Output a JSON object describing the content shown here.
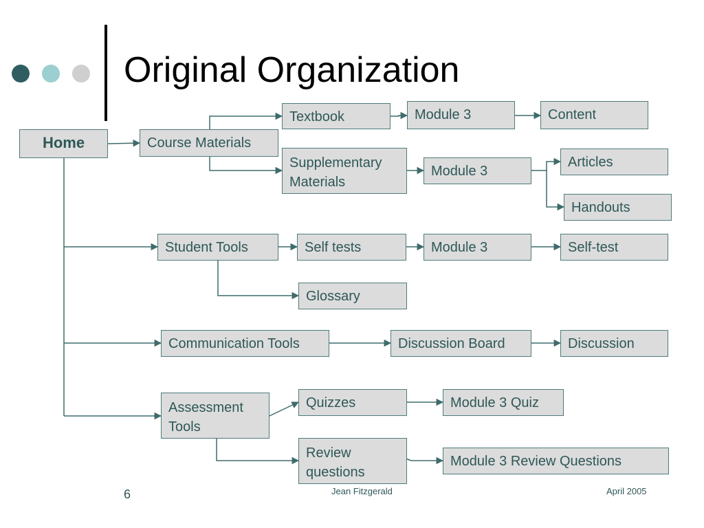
{
  "slide": {
    "title": "Original Organization",
    "footer": {
      "page": "6",
      "author": "Jean Fitzgerald",
      "date": "April 2005"
    },
    "bullet_colors": [
      "#2e5e61",
      "#9ccfd1",
      "#cfcfcf"
    ]
  },
  "nodes": {
    "home": "Home",
    "course_materials": "Course Materials",
    "textbook": "Textbook",
    "textbook_module3": "Module 3",
    "content": "Content",
    "supplementary_materials": "Supplementary\nMaterials",
    "supplementary_module3": "Module 3",
    "articles": "Articles",
    "handouts": "Handouts",
    "student_tools": "Student Tools",
    "self_tests": "Self tests",
    "selftests_module3": "Module 3",
    "self_test": "Self-test",
    "glossary": "Glossary",
    "communication_tools": "Communication Tools",
    "discussion_board": "Discussion Board",
    "discussion": "Discussion",
    "assessment_tools": "Assessment\nTools",
    "quizzes": "Quizzes",
    "module3_quiz": "Module 3 Quiz",
    "review_questions": "Review\nquestions",
    "module3_review_questions": "Module 3 Review Questions"
  },
  "colors": {
    "line": "#3f6b6b",
    "box_fill": "#dcdcdc",
    "text": "#2f5757"
  }
}
